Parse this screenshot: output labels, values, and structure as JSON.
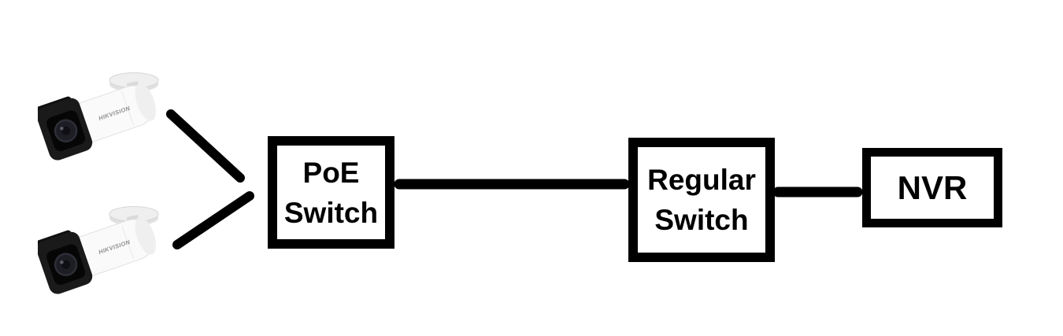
{
  "diagram": {
    "background_color": "#ffffff",
    "connector_color": "#000000",
    "box_border_color": "#000000",
    "nodes": {
      "camera1": {
        "icon": "bullet-camera-icon",
        "brand": "HIKVISION"
      },
      "camera2": {
        "icon": "bullet-camera-icon",
        "brand": "HIKVISION"
      },
      "poe_switch": {
        "label_line1": "PoE",
        "label_line2": "Switch"
      },
      "regular_switch": {
        "label_line1": "Regular",
        "label_line2": "Switch"
      },
      "nvr": {
        "label": "NVR"
      }
    },
    "connections": [
      {
        "from": "camera1",
        "to": "poe_switch"
      },
      {
        "from": "camera2",
        "to": "poe_switch"
      },
      {
        "from": "poe_switch",
        "to": "regular_switch"
      },
      {
        "from": "regular_switch",
        "to": "nvr"
      }
    ],
    "camera_colors": {
      "body": "#fafafa",
      "body_stroke": "#e2e2e2",
      "front": "#1a1a1a",
      "lens": "#1d1d24",
      "mount": "#e9e9e9"
    }
  }
}
